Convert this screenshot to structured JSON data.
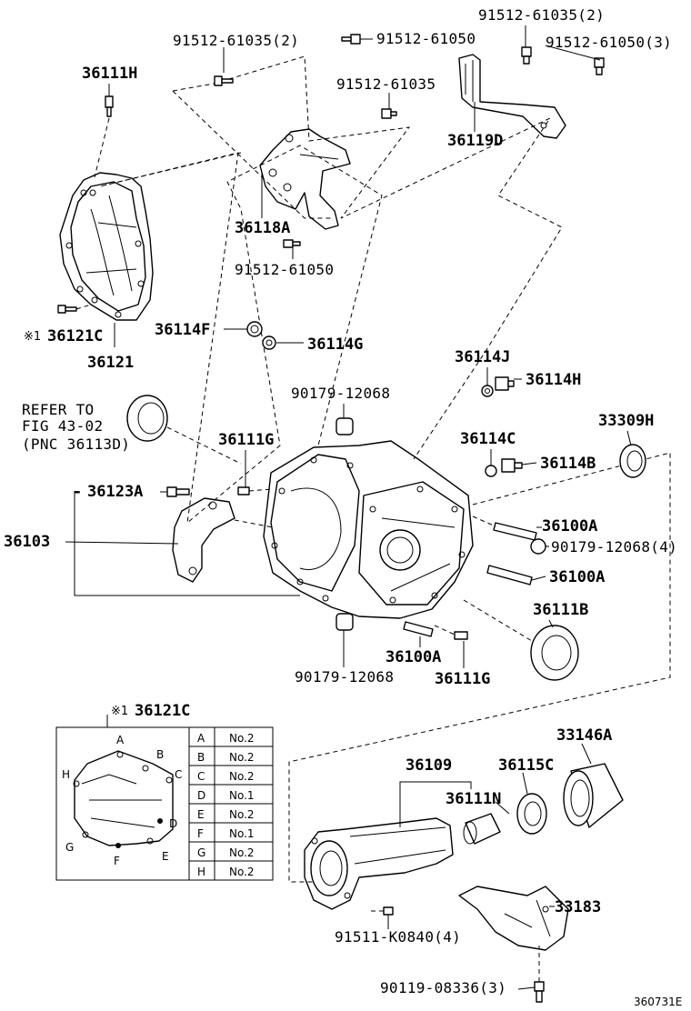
{
  "labels": {
    "l_91512_61035_2_a": "91512-61035(2)",
    "l_91512_61050_a": "91512-61050",
    "l_91512_61035_2_b": "91512-61035(2)",
    "l_91512_61050_3": "91512-61050(3)",
    "l_36111H": "36111H",
    "l_91512_61035": "91512-61035",
    "l_36119D": "36119D",
    "l_36118A": "36118A",
    "l_91512_61050_b": "91512-61050",
    "l_36121C": "36121C",
    "l_note_mark": "※1",
    "l_36121": "36121",
    "l_36114F": "36114F",
    "l_36114G": "36114G",
    "l_36114J": "36114J",
    "l_36114H": "36114H",
    "l_90179_12068_a": "90179-12068",
    "l_refer_1": "REFER TO",
    "l_refer_2": "FIG 43-02",
    "l_refer_3": "(PNC 36113D)",
    "l_36111G_a": "36111G",
    "l_36114C": "36114C",
    "l_36114B": "36114B",
    "l_33309H": "33309H",
    "l_36123A": "36123A",
    "l_36103": "36103",
    "l_36100A_a": "36100A",
    "l_90179_12068_4": "90179-12068(4)",
    "l_36100A_b": "36100A",
    "l_36111B": "36111B",
    "l_36100A_c": "36100A",
    "l_90179_12068_b": "90179-12068",
    "l_36111G_b": "36111G",
    "l_36121C_inset": "36121C",
    "l_note_mark_inset": "※1",
    "l_33146A": "33146A",
    "l_36109": "36109",
    "l_36115C": "36115C",
    "l_36111N": "36111N",
    "l_33183": "33183",
    "l_91511_K0840_4": "91511-K0840(4)",
    "l_90119_08336_3": "90119-08336(3)",
    "l_ref_code": "360731E"
  },
  "inset": {
    "letters": [
      "A",
      "B",
      "C",
      "D",
      "E",
      "F",
      "G",
      "H"
    ],
    "table": [
      {
        "pos": "A",
        "val": "No.2"
      },
      {
        "pos": "B",
        "val": "No.2"
      },
      {
        "pos": "C",
        "val": "No.2"
      },
      {
        "pos": "D",
        "val": "No.1"
      },
      {
        "pos": "E",
        "val": "No.2"
      },
      {
        "pos": "F",
        "val": "No.1"
      },
      {
        "pos": "G",
        "val": "No.2"
      },
      {
        "pos": "H",
        "val": "No.2"
      }
    ]
  },
  "colors": {
    "ink": "#000000",
    "paper": "#ffffff"
  }
}
